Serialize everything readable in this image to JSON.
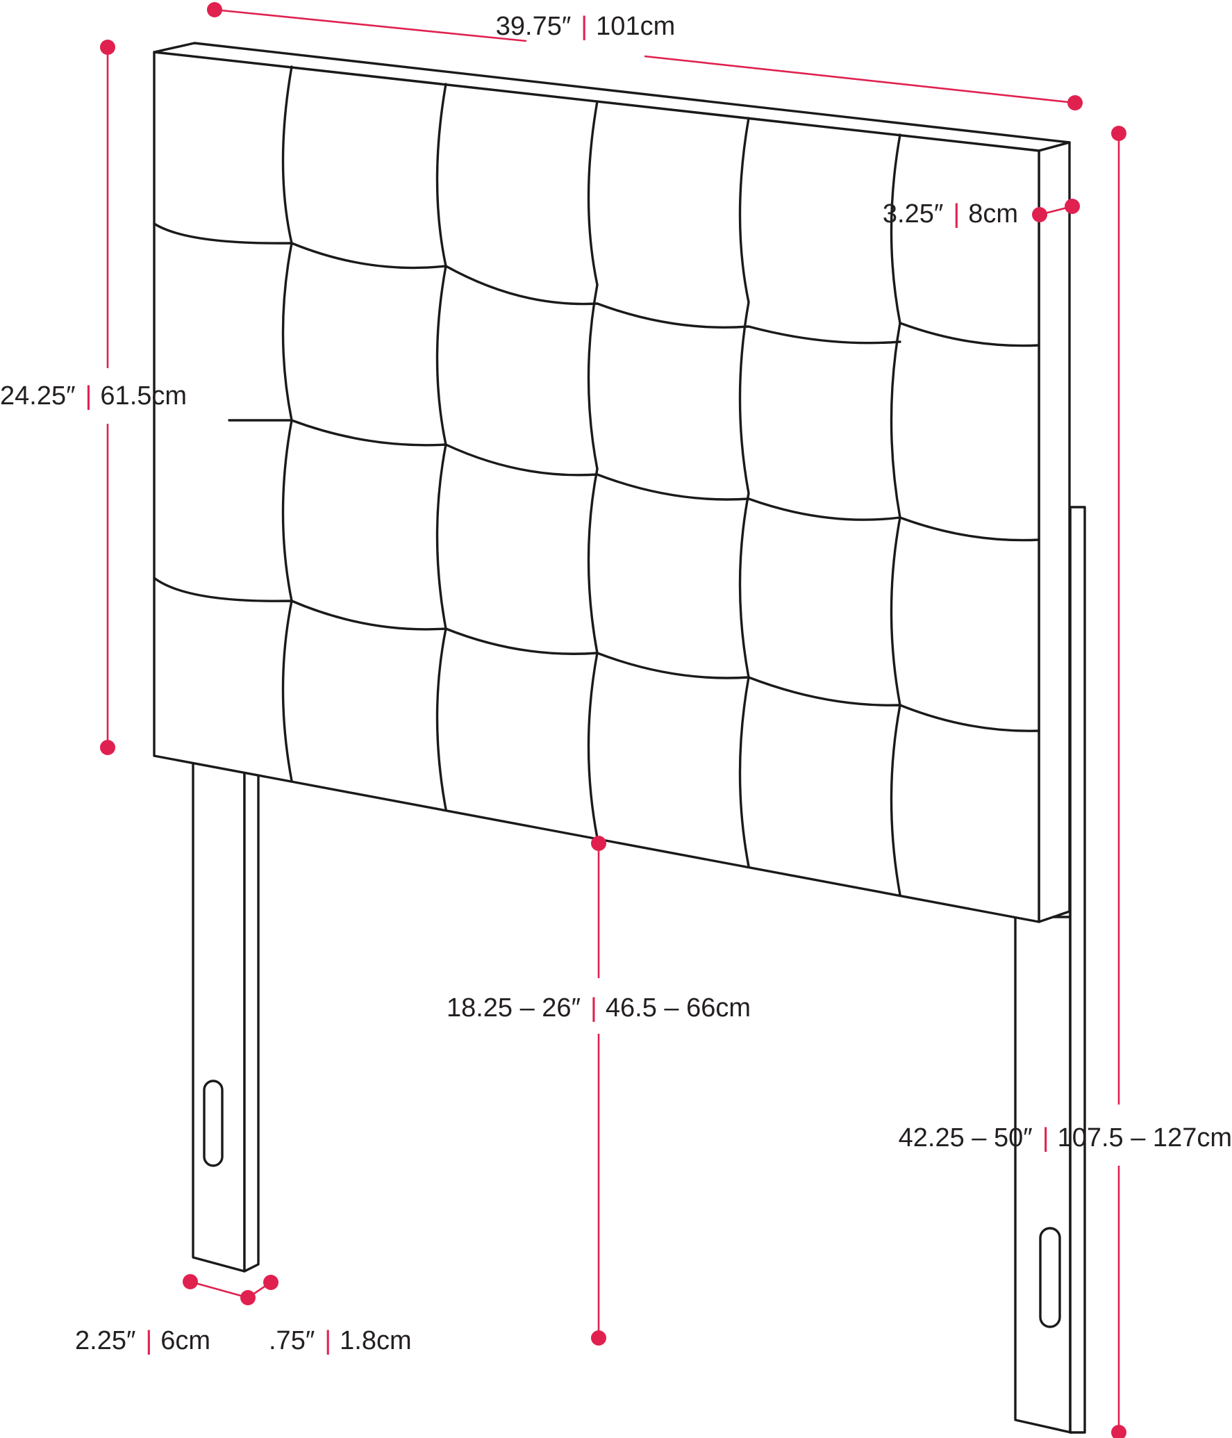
{
  "product": "Upholstered tufted headboard",
  "dimensions": {
    "width": {
      "imperial": "39.75″",
      "metric": "101cm"
    },
    "depth": {
      "imperial": "3.25″",
      "metric": "8cm"
    },
    "panel_height": {
      "imperial": "24.25″",
      "metric": "61.5cm"
    },
    "leg_clearance": {
      "imperial": "18.25 – 26″",
      "metric": "46.5 – 66cm"
    },
    "overall_height": {
      "imperial": "42.25 – 50″",
      "metric": "107.5 – 127cm"
    },
    "leg_width": {
      "imperial": "2.25″",
      "metric": "6cm"
    },
    "leg_thickness": {
      "imperial": ".75″",
      "metric": "1.8cm"
    }
  },
  "colors": {
    "accent": "#e0214f",
    "line": "#1a1a1a",
    "text": "#231f20",
    "background": "#ffffff"
  }
}
